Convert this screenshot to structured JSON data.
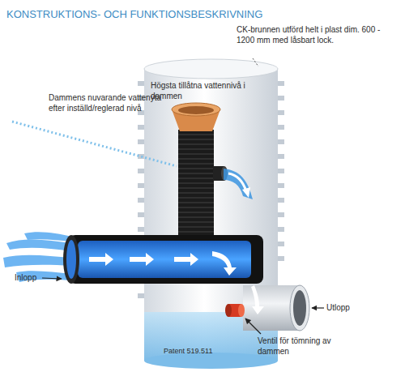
{
  "diagram": {
    "title": "KONSTRUKTIONS- OCH FUNKTIONSBESKRIVNING",
    "labels": [
      "CK-brunnen utförd helt i plast dim. 600 - 1200 mm med låsbart lock.",
      "Högsta tillåtna vattennivå i dammen",
      "Dammens nuvarande vattenyta efter inställd/reglerad nivå",
      "Inlopp",
      "Utlopp",
      "Ventil för tömning av dammen",
      "Patent 519.511"
    ]
  }
}
